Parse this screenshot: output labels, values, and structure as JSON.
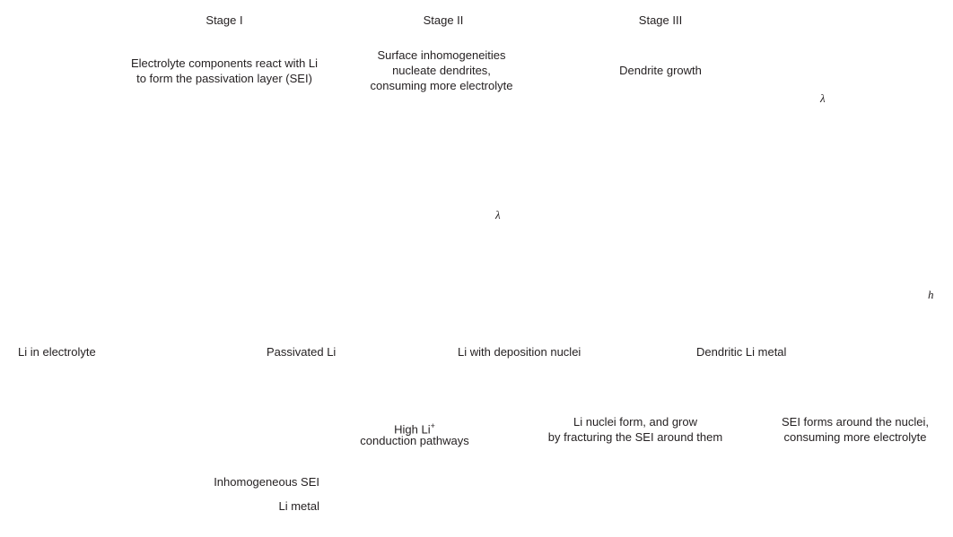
{
  "stages": [
    {
      "label": "Stage I",
      "description": "Electrolyte components react with Li to form the passivation layer (SEI)"
    },
    {
      "label": "Stage II",
      "description": "Surface inhomogeneities nucleate dendrites, consuming more electrolyte"
    },
    {
      "label": "Stage III",
      "description": "Dendrite growth"
    }
  ],
  "stage_desc_lines": {
    "s1": [
      "Electrolyte components react with Li",
      "to form the passivation layer (SEI)"
    ],
    "s2": [
      "Surface inhomogeneities",
      "nucleate dendrites,",
      "consuming more electrolyte"
    ],
    "s3": [
      "Dendrite growth"
    ]
  },
  "slab_captions": [
    "Li in electrolyte",
    "Passivated Li",
    "Li with deposition nuclei",
    "Dendritic Li metal"
  ],
  "symbols": {
    "lambda": "λ",
    "height": "h"
  },
  "bottom": {
    "pathways_lines": [
      "High Li",
      "+",
      "conduction pathways"
    ],
    "sei_label": "Inhomogeneous SEI",
    "li_metal_label": "Li metal",
    "nuclei_lines": [
      "Li nuclei form, and grow",
      "by fracturing the SEI around them"
    ],
    "sei_forms_lines": [
      "SEI forms around the nuclei,",
      "consuming more electrolyte"
    ]
  },
  "colors": {
    "ink": "#231f20",
    "metal": "#b3b3b3",
    "sei_green": "#7fb995",
    "sei_dark": "#555555",
    "oxygen": "#d9241c",
    "carbon": "#7a7a7a",
    "sulfur": "#c9a22a",
    "fluorine": "#b7d83a",
    "nitrogen": "#1f4fa3"
  }
}
